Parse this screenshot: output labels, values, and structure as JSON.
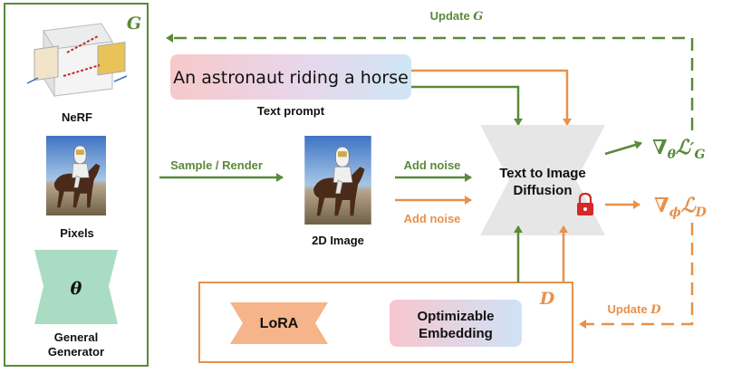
{
  "generator_box": {
    "letter": "G",
    "nerf_label": "NeRF",
    "pixels_label": "Pixels",
    "theta_symbol": "θ",
    "general_generator_line1": "General",
    "general_generator_line2": "Generator"
  },
  "prompt": {
    "text": "An astronaut riding a horse",
    "caption": "Text prompt"
  },
  "flow": {
    "sample_render_label": "Sample / Render",
    "image_caption": "2D Image",
    "add_noise_green": "Add noise",
    "add_noise_orange": "Add noise",
    "update_g_prefix": "Update ",
    "update_g_letter": "G",
    "update_d_prefix": "Update ",
    "update_d_letter": "D"
  },
  "diffusion": {
    "line1": "Text to Image",
    "line2": "Diffusion",
    "lock_icon": "lock-icon"
  },
  "gradients": {
    "g_nabla": "∇",
    "g_sub": "θ",
    "g_loss": "ℒ",
    "g_prime": "′",
    "g_sub2": "G",
    "d_nabla": "∇",
    "d_sub": "ϕ",
    "d_loss": "ℒ",
    "d_sub2": "D"
  },
  "discriminator_box": {
    "letter": "D",
    "lora_label": "LoRA",
    "embedding_line1": "Optimizable",
    "embedding_line2": "Embedding"
  },
  "colors": {
    "green": "#5a8a3a",
    "orange": "#e8914a",
    "lock": "#d62828"
  }
}
